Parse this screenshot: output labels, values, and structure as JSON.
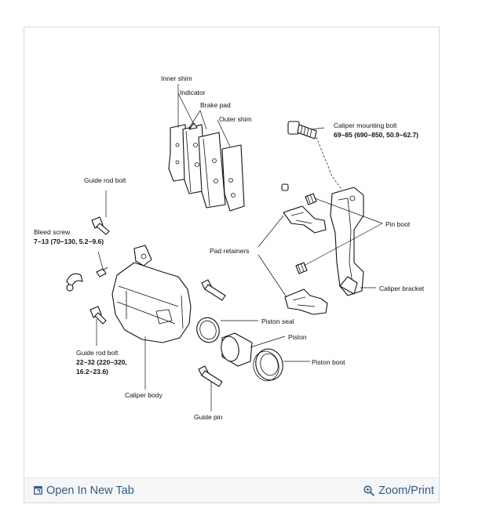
{
  "diagram": {
    "labels": {
      "inner_shim": "Inner shim",
      "indicator": "Indicator",
      "brake_pad": "Brake pad",
      "outer_shim": "Outer shim",
      "caliper_mounting_bolt": "Caliper mounting bolt",
      "caliper_mounting_bolt_torque": "69~85 (690~850, 50.9~62.7)",
      "guide_rod_bolt_top": "Guide rod bolt",
      "pin_boot": "Pin boot",
      "bleed_screw": "Bleed screw",
      "bleed_screw_torque": "7~13 (70~130, 5.2~9.6)",
      "pad_retainers": "Pad retainers",
      "caliper_bracket": "Caliper bracket",
      "piston_seal": "Piston seal",
      "piston": "Piston",
      "piston_boot": "Piston boot",
      "guide_rod_bolt_bottom": "Guide rod bolt",
      "guide_rod_bolt_bottom_torque_1": "22~32 (220~320,",
      "guide_rod_bolt_bottom_torque_2": "16.2~23.6)",
      "caliper_body": "Caliper body",
      "guide_pin": "Guide pin"
    }
  },
  "footer": {
    "open_new_tab": "Open In New Tab",
    "zoom_print": "Zoom/Print"
  },
  "colors": {
    "link": "#2f5d86",
    "footer_bg": "#f4f6f8",
    "border": "#d9d9d9"
  }
}
